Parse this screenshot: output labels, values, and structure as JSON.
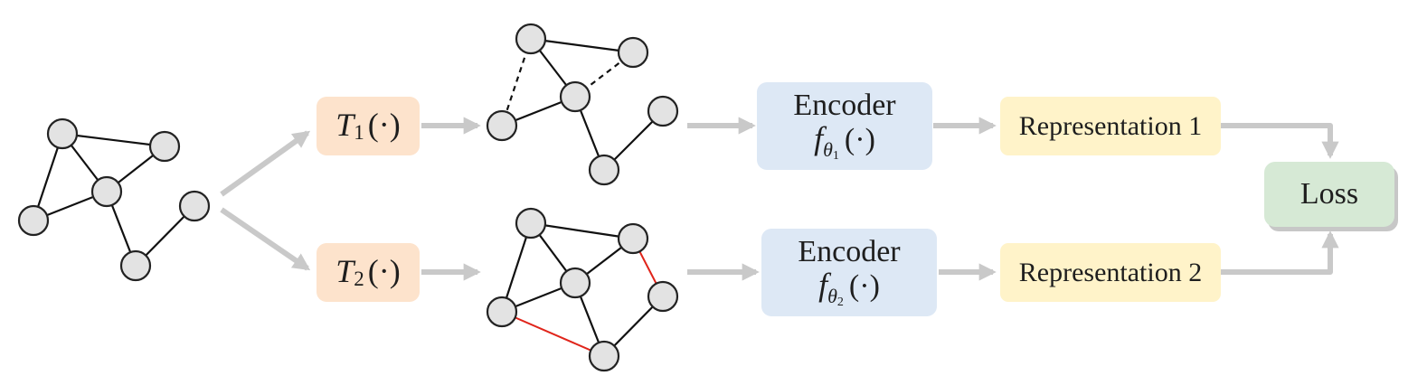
{
  "augmentations": [
    {
      "symbol": "T",
      "subscript": "1",
      "argument": "(·)"
    },
    {
      "symbol": "T",
      "subscript": "2",
      "argument": "(·)"
    }
  ],
  "encoders": [
    {
      "label": "Encoder",
      "function": "f",
      "parameter": "θ",
      "subscript": "1",
      "argument": "(·)"
    },
    {
      "label": "Encoder",
      "function": "f",
      "parameter": "θ",
      "subscript": "2",
      "argument": "(·)"
    }
  ],
  "representations": [
    {
      "label": "Representation 1"
    },
    {
      "label": "Representation 2"
    }
  ],
  "loss": {
    "label": "Loss"
  },
  "colors": {
    "arrow": "#c9c9c9",
    "node_fill": "#e3e3e3",
    "node_stroke": "#222222",
    "edge": "#111111",
    "added_edge": "#e0251b",
    "augmentation_box": "#fde3cc",
    "encoder_box": "#dde8f5",
    "representation_box": "#fff3c9",
    "loss_box": "#d6e9d5"
  }
}
